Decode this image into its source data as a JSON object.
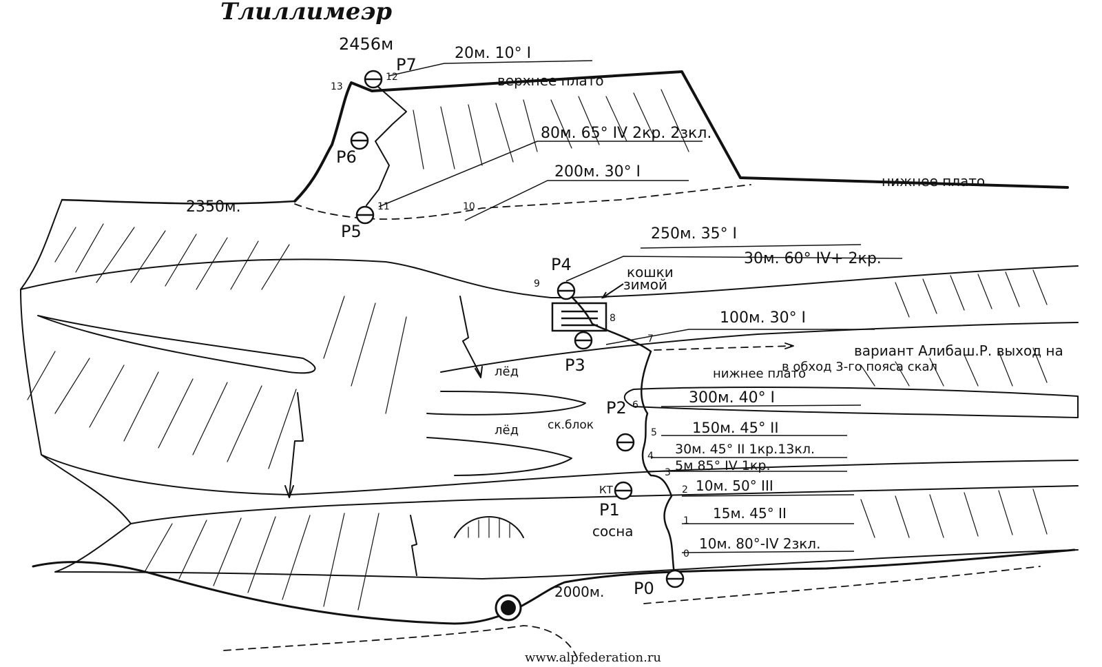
{
  "title": "Тлиллимеэр",
  "footer": "www.alpfederation.ru",
  "elevations": {
    "summit": "2456м",
    "shoulder": "2350м.",
    "base": "2000м."
  },
  "plateaus": {
    "upper": "верхнее плато",
    "lower": "нижнее плато",
    "lower_variant": "нижнее плато"
  },
  "variant": "вариант Алибаш.Р. выход на",
  "variant2": "в обход 3-го пояса скал",
  "notes": {
    "crampons": "кошки",
    "winter": "зимой",
    "ice1": "лёд",
    "ice2": "лёд",
    "rock_block": "ск.блок",
    "pine": "сосна",
    "kt": "КТ"
  },
  "pitches": [
    "20м. 10° I",
    "80м. 65° IV 2кр. 2зкл.",
    "200м. 30° I",
    "250м. 35° I",
    "30м. 60° IV+ 2кр.",
    "100м. 30° I",
    "300м. 40° I",
    "150м. 45° II",
    "30м. 45° II 1кр.13кл.",
    "5м 85° IV 1кр.",
    "10м. 50° III",
    "15м. 45° II",
    "10м. 80°-IV 2зкл."
  ],
  "stations": [
    "P0",
    "P1",
    "P2",
    "P3",
    "P4",
    "P5",
    "P6",
    "P7"
  ],
  "points": [
    "0",
    "1",
    "2",
    "3",
    "4",
    "5",
    "6",
    "7",
    "8",
    "9",
    "10",
    "11",
    "12",
    "13"
  ]
}
